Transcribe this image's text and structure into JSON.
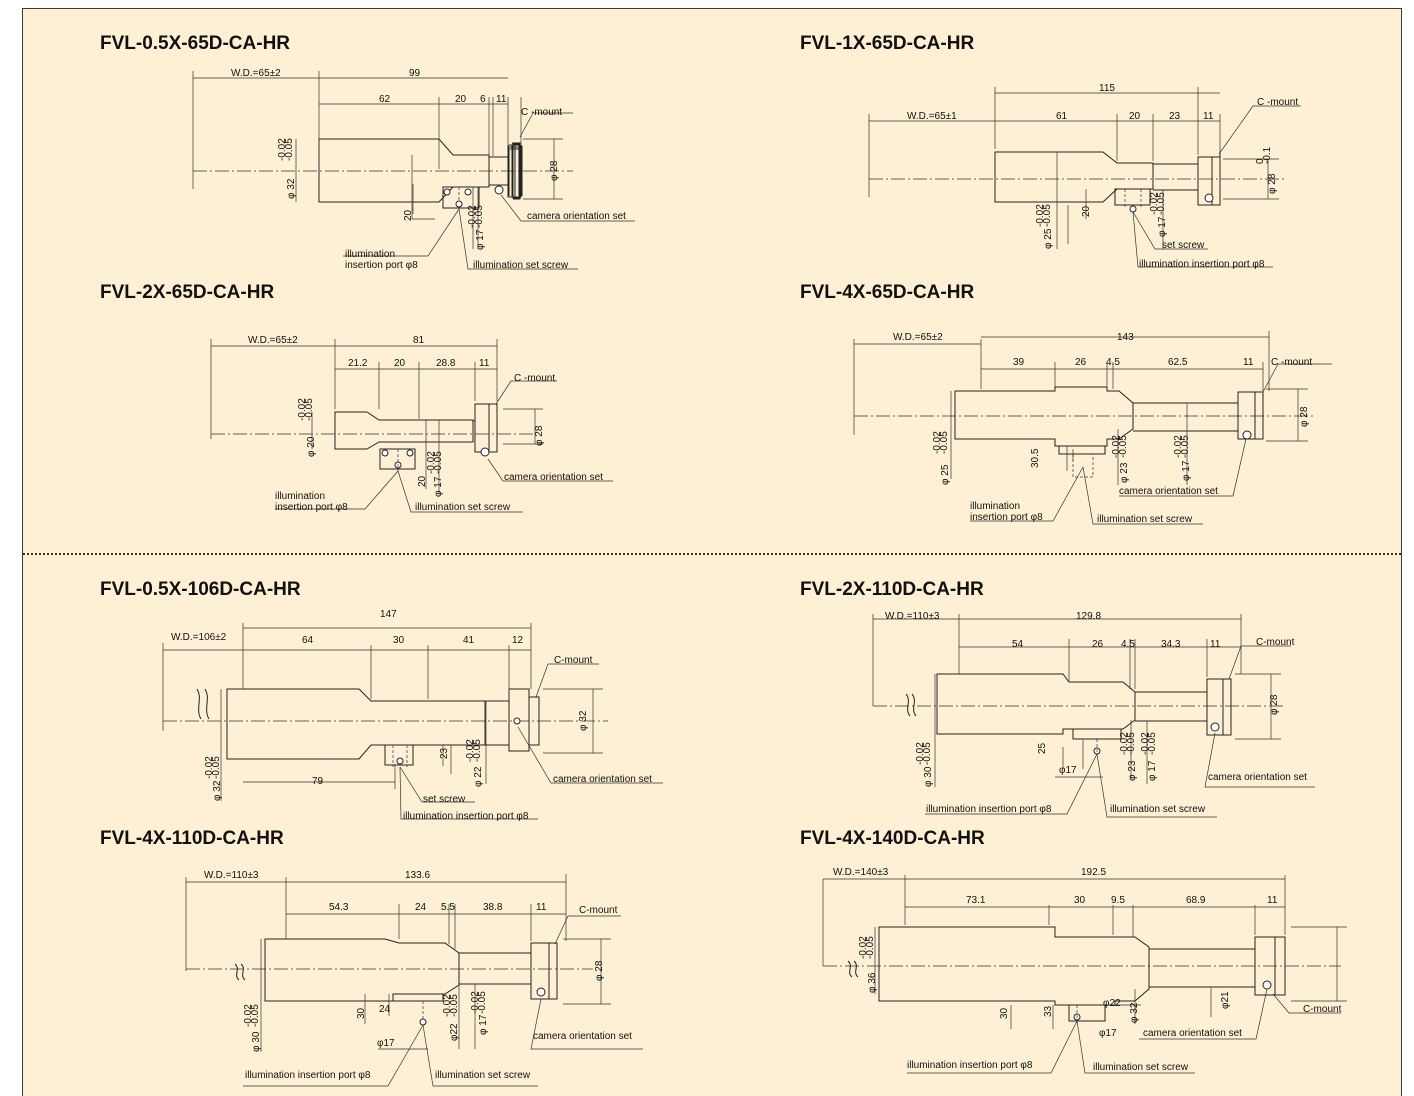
{
  "drawings": [
    {
      "title": "FVL-0.5X-65D-CA-HR",
      "wd": "W.D.=65±2",
      "total": "99",
      "segments": [
        "62",
        "20",
        "6",
        "11"
      ],
      "cmount": "C -mount",
      "camera_set": "camera orientation set",
      "port": "illumination insertion port φ8",
      "set_screw": "illumination set screw",
      "dia_main": "φ 32",
      "tol_main": [
        "-0.02",
        "-0.05"
      ],
      "dia_small": "φ 17",
      "tol_small": [
        "-0.02",
        "-0.05"
      ],
      "dia_mount": "φ 28",
      "height": "20"
    },
    {
      "title": "FVL-1X-65D-CA-HR",
      "wd": "W.D.=65±1",
      "total": "115",
      "segments": [
        "61",
        "20",
        "23",
        "11"
      ],
      "cmount": "C -mount",
      "set_screw": "set screw",
      "port": "illumination insertion port φ8",
      "dia_main": "φ 25",
      "tol_main": [
        "-0.02",
        "-0.05"
      ],
      "dia_small": "φ 17",
      "tol_small": [
        "-0.02",
        "-0.05"
      ],
      "dia_mount": "φ 28",
      "tol_mount": [
        "0",
        "-0.1"
      ],
      "height": "20"
    },
    {
      "title": "FVL-2X-65D-CA-HR",
      "wd": "W.D.=65±2",
      "total": "81",
      "segments": [
        "21.2",
        "20",
        "28.8",
        "11"
      ],
      "cmount": "C -mount",
      "camera_set": "camera orientation set",
      "port": "illumination insertion port φ8",
      "set_screw": "illumination set screw",
      "dia_main": "φ 20",
      "tol_main": [
        "-0.02",
        "-0.05"
      ],
      "dia_small": "φ 17",
      "tol_small": [
        "-0.02",
        "-0.05"
      ],
      "dia_mount": "φ 28",
      "height": "20"
    },
    {
      "title": "FVL-4X-65D-CA-HR",
      "wd": "W.D.=65±2",
      "total": "143",
      "segments": [
        "39",
        "26",
        "4.5",
        "62.5",
        "11"
      ],
      "cmount": "C -mount",
      "camera_set": "camera orientation set",
      "port": "illumination insertion port φ8",
      "set_screw": "illumination set screw",
      "dia_main": "φ 25",
      "tol_main": [
        "-0.02",
        "-0.05"
      ],
      "dia_mid": "φ 23",
      "tol_mid": [
        "-0.02",
        "-0.05"
      ],
      "dia_small": "φ 17",
      "tol_small": [
        "-0.02",
        "-0.05"
      ],
      "dia_mount": "φ 28",
      "height": "30.5"
    },
    {
      "title": "FVL-0.5X-106D-CA-HR",
      "wd": "W.D.=106±2",
      "total": "147",
      "segments": [
        "64",
        "30",
        "41",
        "12"
      ],
      "cmount": "C-mount",
      "camera_set": "camera orientation set",
      "set_screw": "set screw",
      "port": "illumination insertion port φ8",
      "dia_main": "φ 32",
      "tol_main": [
        "-0.02",
        "-0.05"
      ],
      "dia_small": "φ 22",
      "tol_small": [
        "-0.02",
        "-0.05"
      ],
      "dia_mount": "φ 32",
      "height": "23",
      "bottom": "79"
    },
    {
      "title": "FVL-2X-110D-CA-HR",
      "wd": "W.D.=110±3",
      "total": "129.8",
      "segments": [
        "54",
        "26",
        "4.5",
        "34.3",
        "11"
      ],
      "cmount": "C-mount",
      "camera_set": "camera orientation set",
      "port": "illumination insertion port φ8",
      "set_screw": "illumination set screw",
      "dia_main": "φ 30",
      "tol_main": [
        "-0.02",
        "-0.05"
      ],
      "dia_mid": "φ 23",
      "tol_mid": [
        "-0.02",
        "-0.05"
      ],
      "dia_small": "φ 17",
      "tol_small": [
        "-0.02",
        "-0.05"
      ],
      "dia_mount": "φ 28",
      "dia_port": "φ17",
      "height": "25"
    },
    {
      "title": "FVL-4X-110D-CA-HR",
      "wd": "W.D.=110±3",
      "total": "133.6",
      "segments": [
        "54.3",
        "24",
        "5.5",
        "38.8",
        "11"
      ],
      "cmount": "C-mount",
      "camera_set": "camera orientation set",
      "port": "illumination insertion port φ8",
      "set_screw": "illumination set screw",
      "dia_main": "φ 30",
      "tol_main": [
        "-0.02",
        "-0.05"
      ],
      "dia_mid": "φ22",
      "tol_mid": [
        "-0.02",
        "-0.05"
      ],
      "dia_small": "φ 17",
      "tol_small": [
        "-0.02",
        "-0.05"
      ],
      "dia_mount": "φ 28",
      "dia_port": "φ17",
      "height": "30",
      "height2": "24"
    },
    {
      "title": "FVL-4X-140D-CA-HR",
      "wd": "W.D.=140±3",
      "total": "192.5",
      "segments": [
        "73.1",
        "30",
        "9.5",
        "68.9",
        "11"
      ],
      "cmount": "C-mount",
      "camera_set": "camera orientation set",
      "port": "illumination insertion port φ8",
      "set_screw": "illumination set screw",
      "dia_main": "φ 36",
      "tol_main": [
        "-0.02",
        "-0.05"
      ],
      "dia_mid": "φ 32",
      "dia_small": "φ21",
      "dia_port": "φ22",
      "dia_port2": "φ17",
      "height": "30",
      "height2": "33"
    }
  ]
}
